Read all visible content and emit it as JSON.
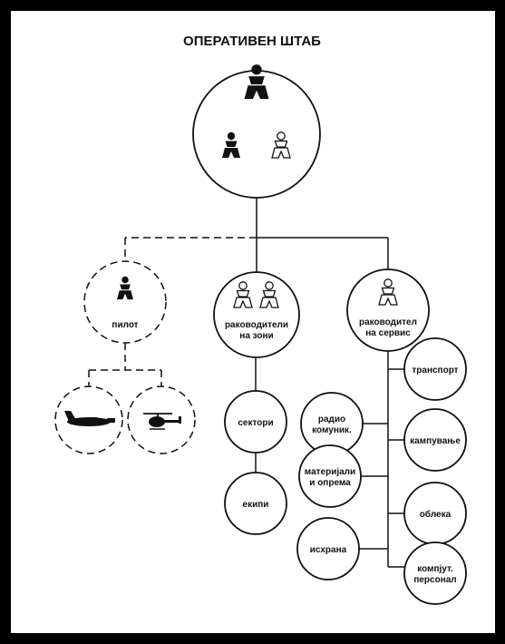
{
  "title": "ОПЕРАТИВЕН ШТАБ",
  "nodes": {
    "pilot": "пилот",
    "zone_leaders": [
      "раководители",
      "на зони"
    ],
    "service_leader": [
      "раководител",
      "на сервис"
    ],
    "sectors": "сектори",
    "teams": "екипи",
    "radio": [
      "радио",
      "комуник."
    ],
    "materials": [
      "материјали",
      "и опрема"
    ],
    "food": "исхрана",
    "transport": "транспорт",
    "camping": "кампување",
    "clothing": "облека",
    "computer": [
      "компјут.",
      "персонал"
    ]
  },
  "icons": {
    "hq": [
      "person-black-icon",
      "person-black-icon",
      "person-white-icon"
    ],
    "pilot": "person-black-icon",
    "zones": [
      "person-white-icon",
      "person-white-icon"
    ],
    "service": "person-white-icon",
    "aircraft": "airplane-icon",
    "helicopter": "helicopter-icon"
  },
  "colors": {
    "ink": "#111111",
    "frame": "#000000",
    "background": "#ffffff"
  }
}
